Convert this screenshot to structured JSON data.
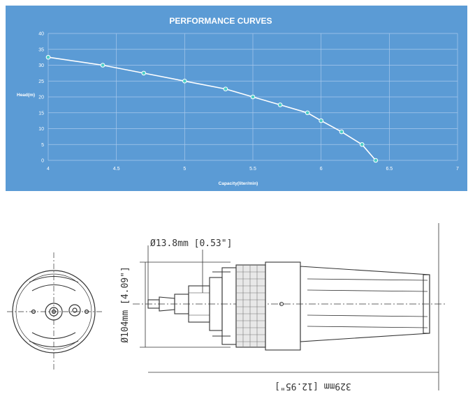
{
  "chart_data": {
    "type": "line",
    "title": "PERFORMANCE CURVES",
    "xlabel": "Capacity(liter/min)",
    "ylabel": "Head(m)",
    "xlim": [
      4,
      7
    ],
    "ylim": [
      0,
      40
    ],
    "x_ticks": [
      "4",
      "4.5",
      "5",
      "5.5",
      "6",
      "6.5",
      "7"
    ],
    "y_ticks": [
      "0",
      "5",
      "10",
      "15",
      "20",
      "25",
      "30",
      "35",
      "40"
    ],
    "grid": true,
    "series": [
      {
        "x": [
          4.0,
          4.4,
          4.7,
          5.0,
          5.3,
          5.5,
          5.7,
          5.9,
          6.0,
          6.15,
          6.3,
          6.4
        ],
        "y": [
          32.5,
          30,
          27.5,
          25,
          22.5,
          20,
          17.5,
          15,
          12.5,
          9,
          5,
          0
        ]
      }
    ],
    "colors": {
      "panel": "#5b9bd5",
      "grid": "#a9c9ec",
      "line": "#ffffff",
      "marker": "#4dd0c8"
    }
  },
  "drawing": {
    "dim_outlet": "Ø13.8mm [0.53\"]",
    "dim_diameter": "Ø104mm [4.09\"]",
    "dim_length": "329mm [12.95\"]"
  }
}
